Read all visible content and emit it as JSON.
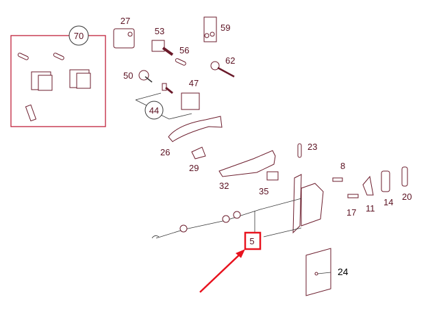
{
  "diagram": {
    "title_hidden": null,
    "callouts": [
      {
        "id": "27",
        "label": "27"
      },
      {
        "id": "53",
        "label": "53"
      },
      {
        "id": "59",
        "label": "59"
      },
      {
        "id": "56",
        "label": "56"
      },
      {
        "id": "62",
        "label": "62"
      },
      {
        "id": "50",
        "label": "50"
      },
      {
        "id": "47",
        "label": "47"
      },
      {
        "id": "44",
        "label": "44"
      },
      {
        "id": "70",
        "label": "70"
      },
      {
        "id": "26",
        "label": "26"
      },
      {
        "id": "29",
        "label": "29"
      },
      {
        "id": "23",
        "label": "23"
      },
      {
        "id": "32",
        "label": "32"
      },
      {
        "id": "35",
        "label": "35"
      },
      {
        "id": "8",
        "label": "8"
      },
      {
        "id": "17",
        "label": "17"
      },
      {
        "id": "11",
        "label": "11"
      },
      {
        "id": "14",
        "label": "14"
      },
      {
        "id": "20",
        "label": "20"
      },
      {
        "id": "24",
        "label": "24"
      },
      {
        "id": "5",
        "label": "5"
      }
    ],
    "highlight": {
      "part": "5",
      "color": "#e8121e"
    },
    "frame_color": "#c0203a"
  }
}
